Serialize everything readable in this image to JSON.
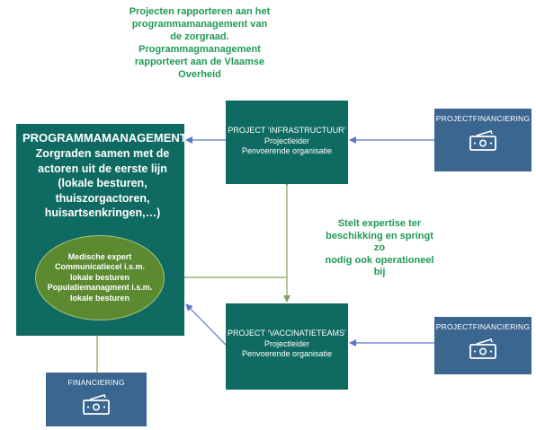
{
  "top_note": {
    "lines": [
      "Projecten rapporteren aan het",
      "programmamanagement van",
      "de zorgraad.",
      "Programmagmanagement",
      "rapporteert aan de Vlaamse",
      "Overheid"
    ]
  },
  "programmamanagement": {
    "title": "PROGRAMMAMANAGEMENT",
    "lines": [
      "Zorgraden samen met de",
      "actoren uit de eerste lijn",
      "(lokale besturen,",
      "thuiszorgactoren,",
      "huisartsenkringen,…)"
    ],
    "oval_lines": [
      "Medische expert",
      "Communicatiecel i.s.m.",
      "lokale besturen",
      "Populatiemanagment i.s.m.",
      "lokale besturen"
    ]
  },
  "project_infra": {
    "title": "PROJECT ‘INFRASTRUCTUUR’",
    "line1": "Projectleider",
    "line2": "Penvoerende organisatie"
  },
  "project_vacc": {
    "title": "PROJECT ‘VACCINATIETEAMS’",
    "line1": "Projectleider",
    "line2": "Penvoerende organisatie"
  },
  "projectfinanciering_top": {
    "label": "PROJECTFINANCIERING",
    "icon": "money-icon"
  },
  "projectfinanciering_bottom": {
    "label": "PROJECTFINANCIERING",
    "icon": "money-icon"
  },
  "financiering": {
    "label": "FINANCIERING",
    "icon": "money-icon"
  },
  "side_note": {
    "lines": [
      "Stelt expertise ter",
      "beschikking en springt zo",
      "nodig ook operationeel",
      "bij"
    ]
  },
  "colors": {
    "teal_box": "#0f6b61",
    "blue_box": "#3a6690",
    "oval_green": "#5b8a31",
    "note_green": "#1f9a55",
    "arrow_blue": "#5b78c6",
    "arrow_green": "#7fa35a"
  }
}
